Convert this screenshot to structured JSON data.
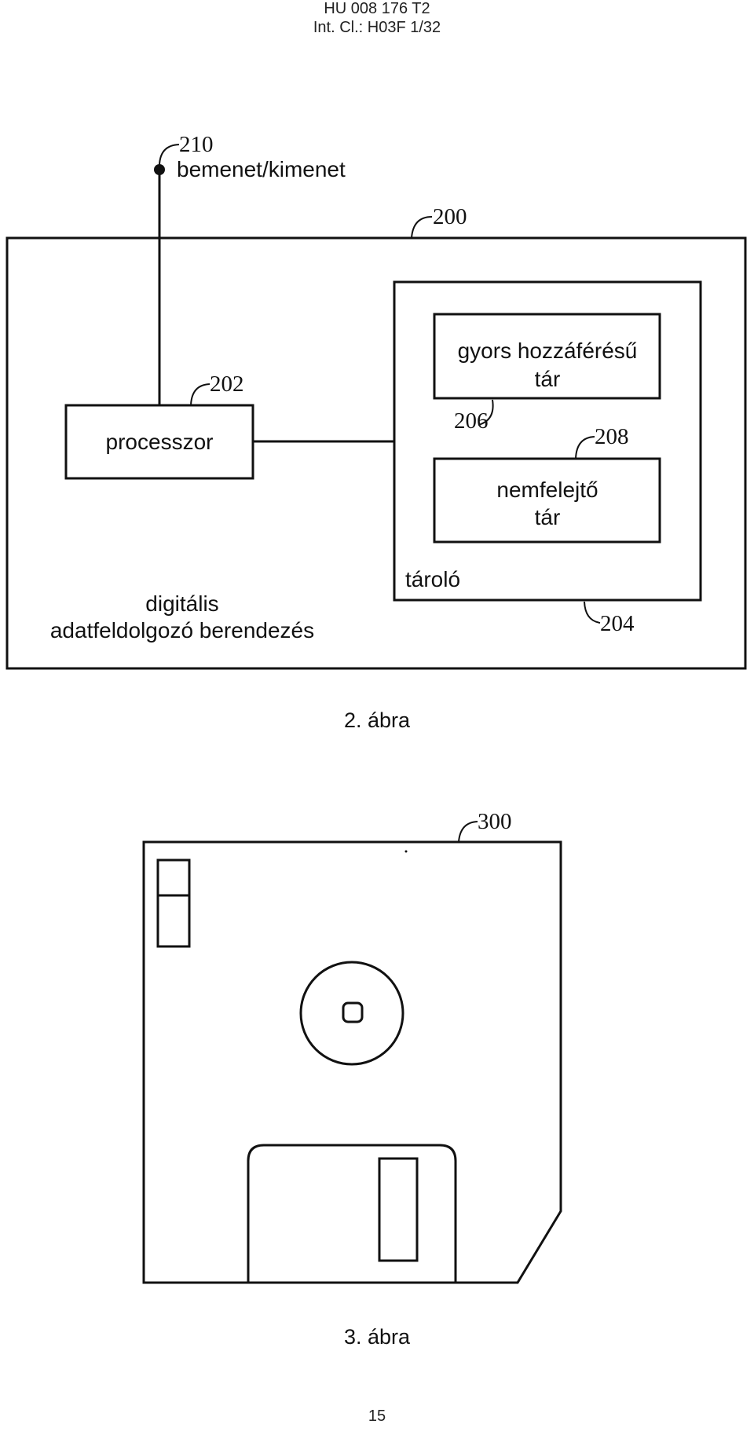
{
  "header": {
    "line1": "HU 008 176 T2",
    "line2": "Int. Cl.: H03F 1/32"
  },
  "figure2": {
    "caption": "2. ábra",
    "io_ref": "210",
    "io_label": "bemenet/kimenet",
    "device_ref": "200",
    "device_label_line1": "digitális",
    "device_label_line2": "adatfeldolgozó berendezés",
    "processor_ref": "202",
    "processor_label": "processzor",
    "storage_ref": "204",
    "storage_label": "tároló",
    "ram_ref": "206",
    "ram_label_line1": "gyors hozzáférésű",
    "ram_label_line2": "tár",
    "nvm_ref": "208",
    "nvm_label_line1": "nemfelejtő",
    "nvm_label_line2": "tár"
  },
  "figure3": {
    "caption": "3. ábra",
    "disk_ref": "300"
  },
  "footer": {
    "page_number": "15"
  }
}
